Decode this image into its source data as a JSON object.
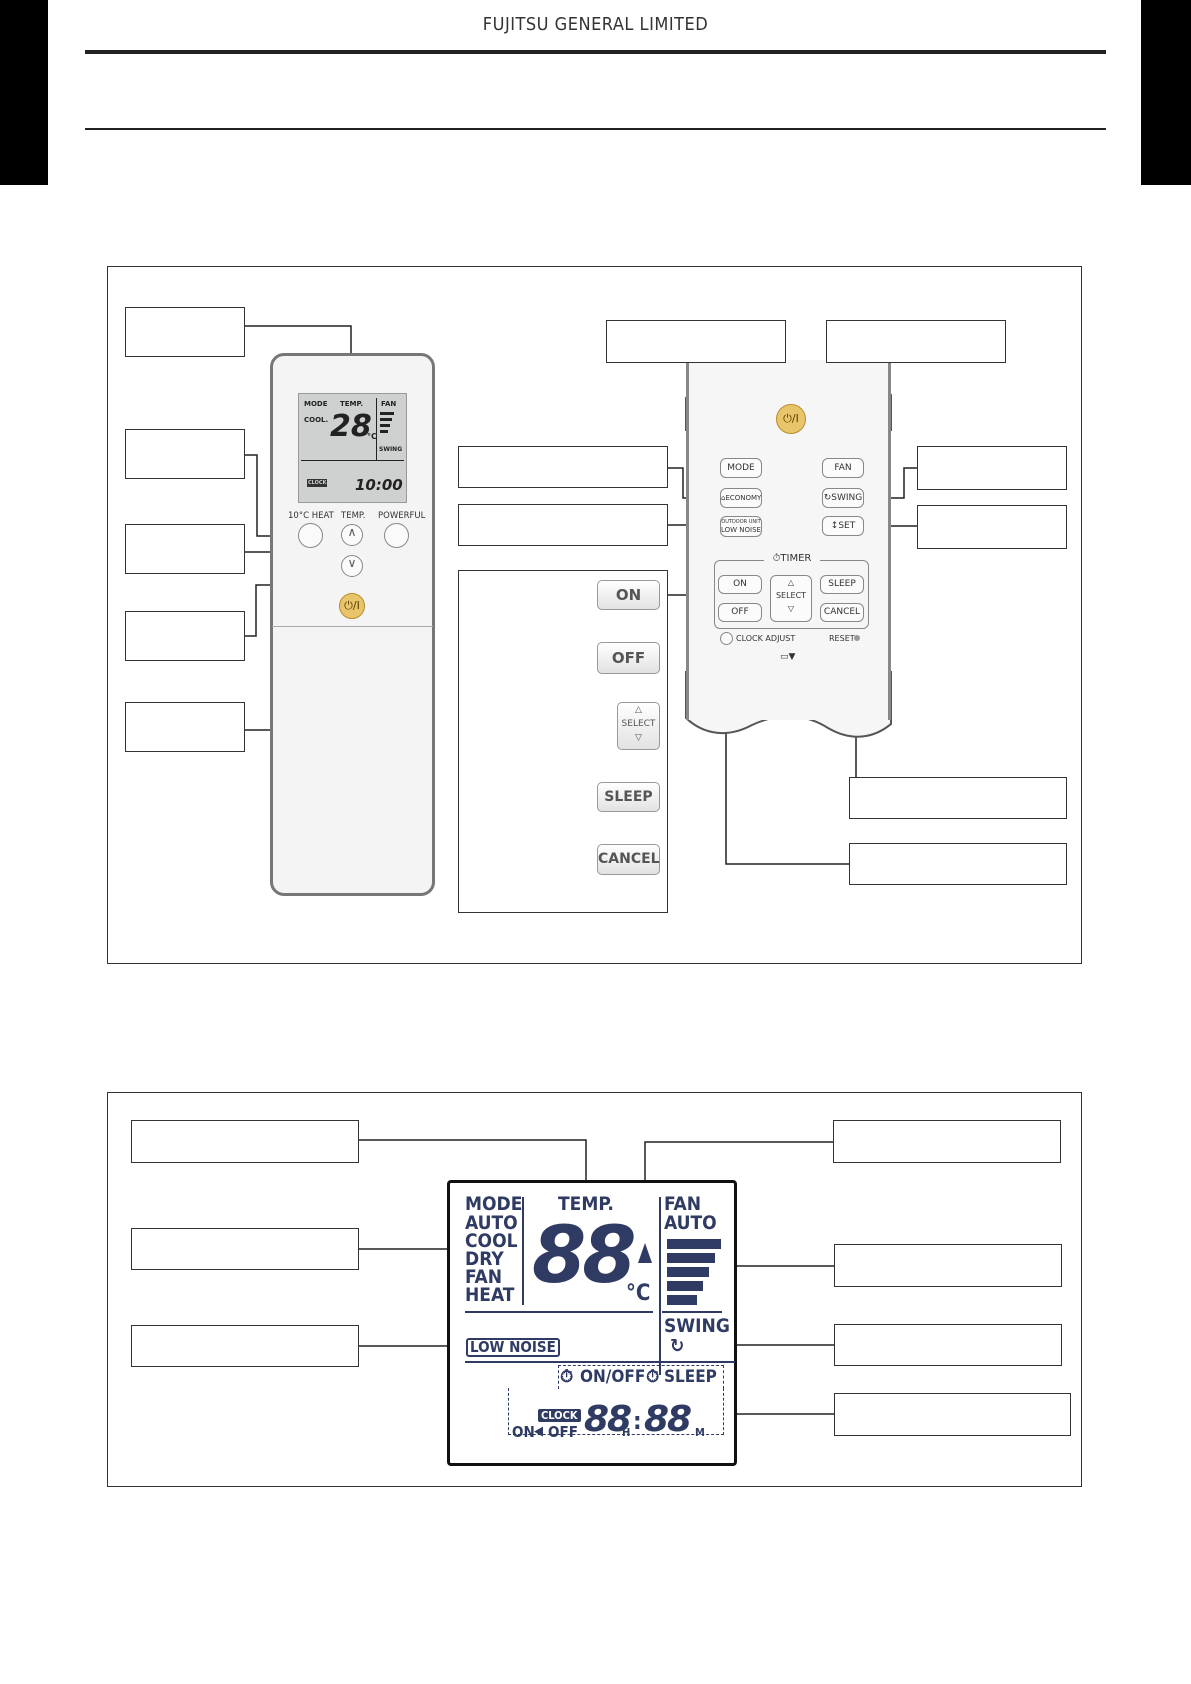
{
  "header": {
    "company": "FUJITSU GENERAL LIMITED"
  },
  "remote": {
    "lcd": {
      "mode": "MODE",
      "cool": "COOL.",
      "temp": "TEMP.",
      "fan": "FAN",
      "temp_value": "28",
      "unit": "°C",
      "swing": "SWING",
      "clock_tag": "CLOCK",
      "clock_value": "10:00"
    },
    "buttons": {
      "heat": "10°C HEAT",
      "temp": "TEMP.",
      "powerful": "POWERFUL",
      "power": "⏻/I"
    }
  },
  "panel": {
    "buttons": {
      "power": "⏻/I",
      "mode": "MODE",
      "fan": "FAN",
      "economy": "ECONOMY",
      "swing": "SWING",
      "outdoor_top": "OUTDOOR UNIT",
      "outdoor_bottom": "LOW NOISE",
      "set": "SET",
      "timer": "TIMER",
      "on": "ON",
      "select": "SELECT",
      "sleep": "SLEEP",
      "off": "OFF",
      "cancel": "CANCEL",
      "clock_adjust": "CLOCK ADJUST",
      "reset": "RESET"
    }
  },
  "timer_legend": {
    "on": "ON",
    "off": "OFF",
    "select": "SELECT",
    "sleep": "SLEEP",
    "cancel": "CANCEL"
  },
  "display": {
    "mode": "MODE",
    "auto": "AUTO",
    "cool": "COOL",
    "dry": "DRY",
    "fan_mode": "FAN",
    "heat": "HEAT",
    "temp": "TEMP.",
    "digits": "88",
    "unit": "°C",
    "fan": "FAN",
    "fan_auto": "AUTO",
    "swing": "SWING",
    "low_noise": "LOW NOISE",
    "on_off": "ON/OFF",
    "sleep": "SLEEP",
    "clock": "CLOCK",
    "on": "ON",
    "off": "OFF",
    "hours": "88",
    "h": "H",
    "minutes": "88",
    "m": "M"
  }
}
